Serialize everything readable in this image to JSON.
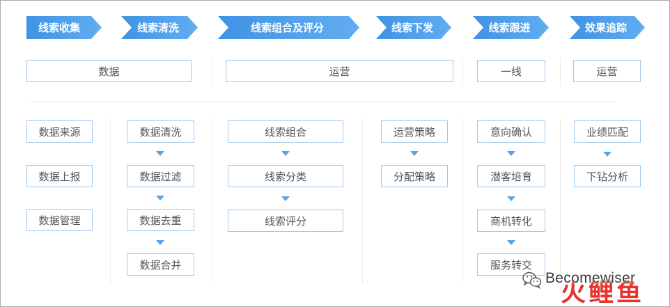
{
  "stages": [
    {
      "label": "线索收集"
    },
    {
      "label": "线索清洗"
    },
    {
      "label": "线索组合及评分"
    },
    {
      "label": "线索下发"
    },
    {
      "label": "线索跟进"
    },
    {
      "label": "效果追踪"
    }
  ],
  "roles": [
    {
      "label": "数据"
    },
    {
      "label": "运营"
    },
    {
      "label": "一线"
    },
    {
      "label": "运营"
    }
  ],
  "columns": [
    {
      "items": [
        "数据来源",
        "数据上报",
        "数据管理"
      ]
    },
    {
      "items": [
        "数据清洗",
        "数据过滤",
        "数据去重",
        "数据合并"
      ]
    },
    {
      "items": [
        "线索组合",
        "线索分类",
        "线索评分"
      ]
    },
    {
      "items": [
        "运营策略",
        "分配策略"
      ]
    },
    {
      "items": [
        "意向确认",
        "潜客培育",
        "商机转化",
        "服务转交"
      ]
    },
    {
      "items": [
        "业绩匹配",
        "下钻分析"
      ]
    }
  ],
  "watermark": {
    "icon": "wechat-icon",
    "text": "Becomewiser",
    "logo_text": "火鲤鱼"
  },
  "colors": {
    "stage_dark": "#3f93e4",
    "stage_light": "#62adf1",
    "box_border": "#9fc8f0",
    "arrow": "#5aa2ea",
    "text": "#555555",
    "logo": "#e8322b"
  }
}
